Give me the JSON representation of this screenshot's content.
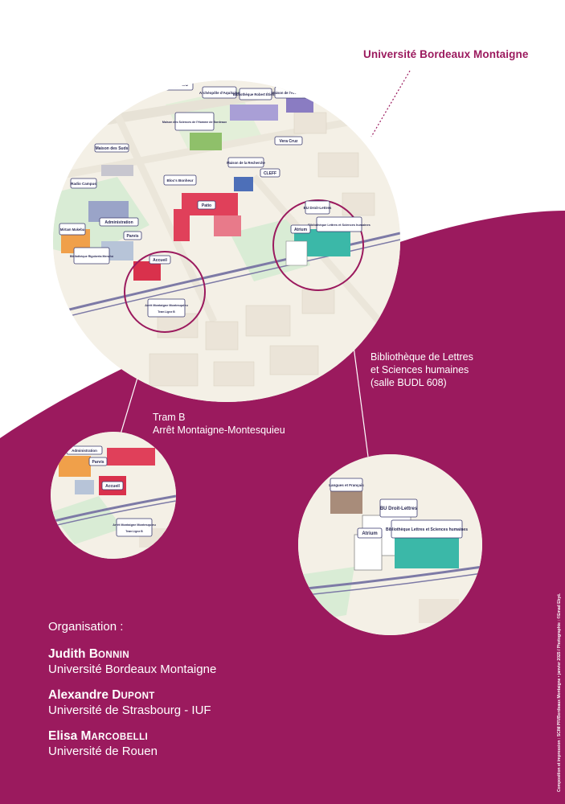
{
  "header": {
    "university_label": "Université  Bordeaux Montaigne"
  },
  "captions": {
    "library": {
      "line1": "Bibliothèque de Lettres",
      "line2": "et Sciences humaines",
      "line3": "(salle BUDL 608)"
    },
    "tram": {
      "line1": "Tram B",
      "line2": "Arrêt Montaigne-Montesquieu"
    }
  },
  "map_labels": {
    "arret_bec": "Arrêt Le B.E.C",
    "archeopole": "Archéopôle d'Aquitaine",
    "bibliotheque_robert_etienne": "Bibliothèque Robert Étienne",
    "maison_archeologie": "Maison de l'Archéologie",
    "maison_sciences_homme": "Maison des Sciences de l'Homme de Bordeaux",
    "maison_suds": "Maison des Suds",
    "vie_cruz": "Vera Cruz",
    "maison_recherche": "Maison de la Recherche",
    "radio_campus": "Radio Campus",
    "bloc_bonheur": "Bloc's Bonheur",
    "cleff": "CLEFF",
    "administration": "Administration",
    "patio": "Patio",
    "bu_droit_lettres": "BU Droit-Lettres",
    "bib_lettres_sh": "Bibliothèque Lettres et Sciences humaines",
    "atrium": "Atrium",
    "mirtam": "Mirtam Makeba",
    "parvis": "Parvis",
    "bib_rigoberta": "Bibliothèque Rigoberta Menchú",
    "accueil": "Accueil",
    "arret_montaigne": "Arrêt Montaigne Montesquieu",
    "tram_ligne_b": "Tram Ligne B",
    "langues": "Langues et Français"
  },
  "organisation": {
    "title": "Organisation :",
    "people": [
      {
        "first": "Judith",
        "last_initial": "B",
        "last_rest": "ONNIN",
        "affiliation": "Université Bordeaux Montaigne"
      },
      {
        "first": "Alexandre",
        "last_initial": "D",
        "last_rest": "UPONT",
        "affiliation": "Université de Strasbourg - IUF"
      },
      {
        "first": "Elisa",
        "last_initial": "M",
        "last_rest": "ARCOBELLI",
        "affiliation": "Université de Rouen"
      }
    ]
  },
  "credits": "Composition et impression : SCIM PFI/Bordeaux Montaigne • janvier 2025 / Photographie : ©Emad Ebyé.",
  "colors": {
    "magenta": "#9b1a5e",
    "ring": "#9b1a5e",
    "teal": "#3bb8a8",
    "red": "#e0405a",
    "purple": "#8a7cc2"
  }
}
